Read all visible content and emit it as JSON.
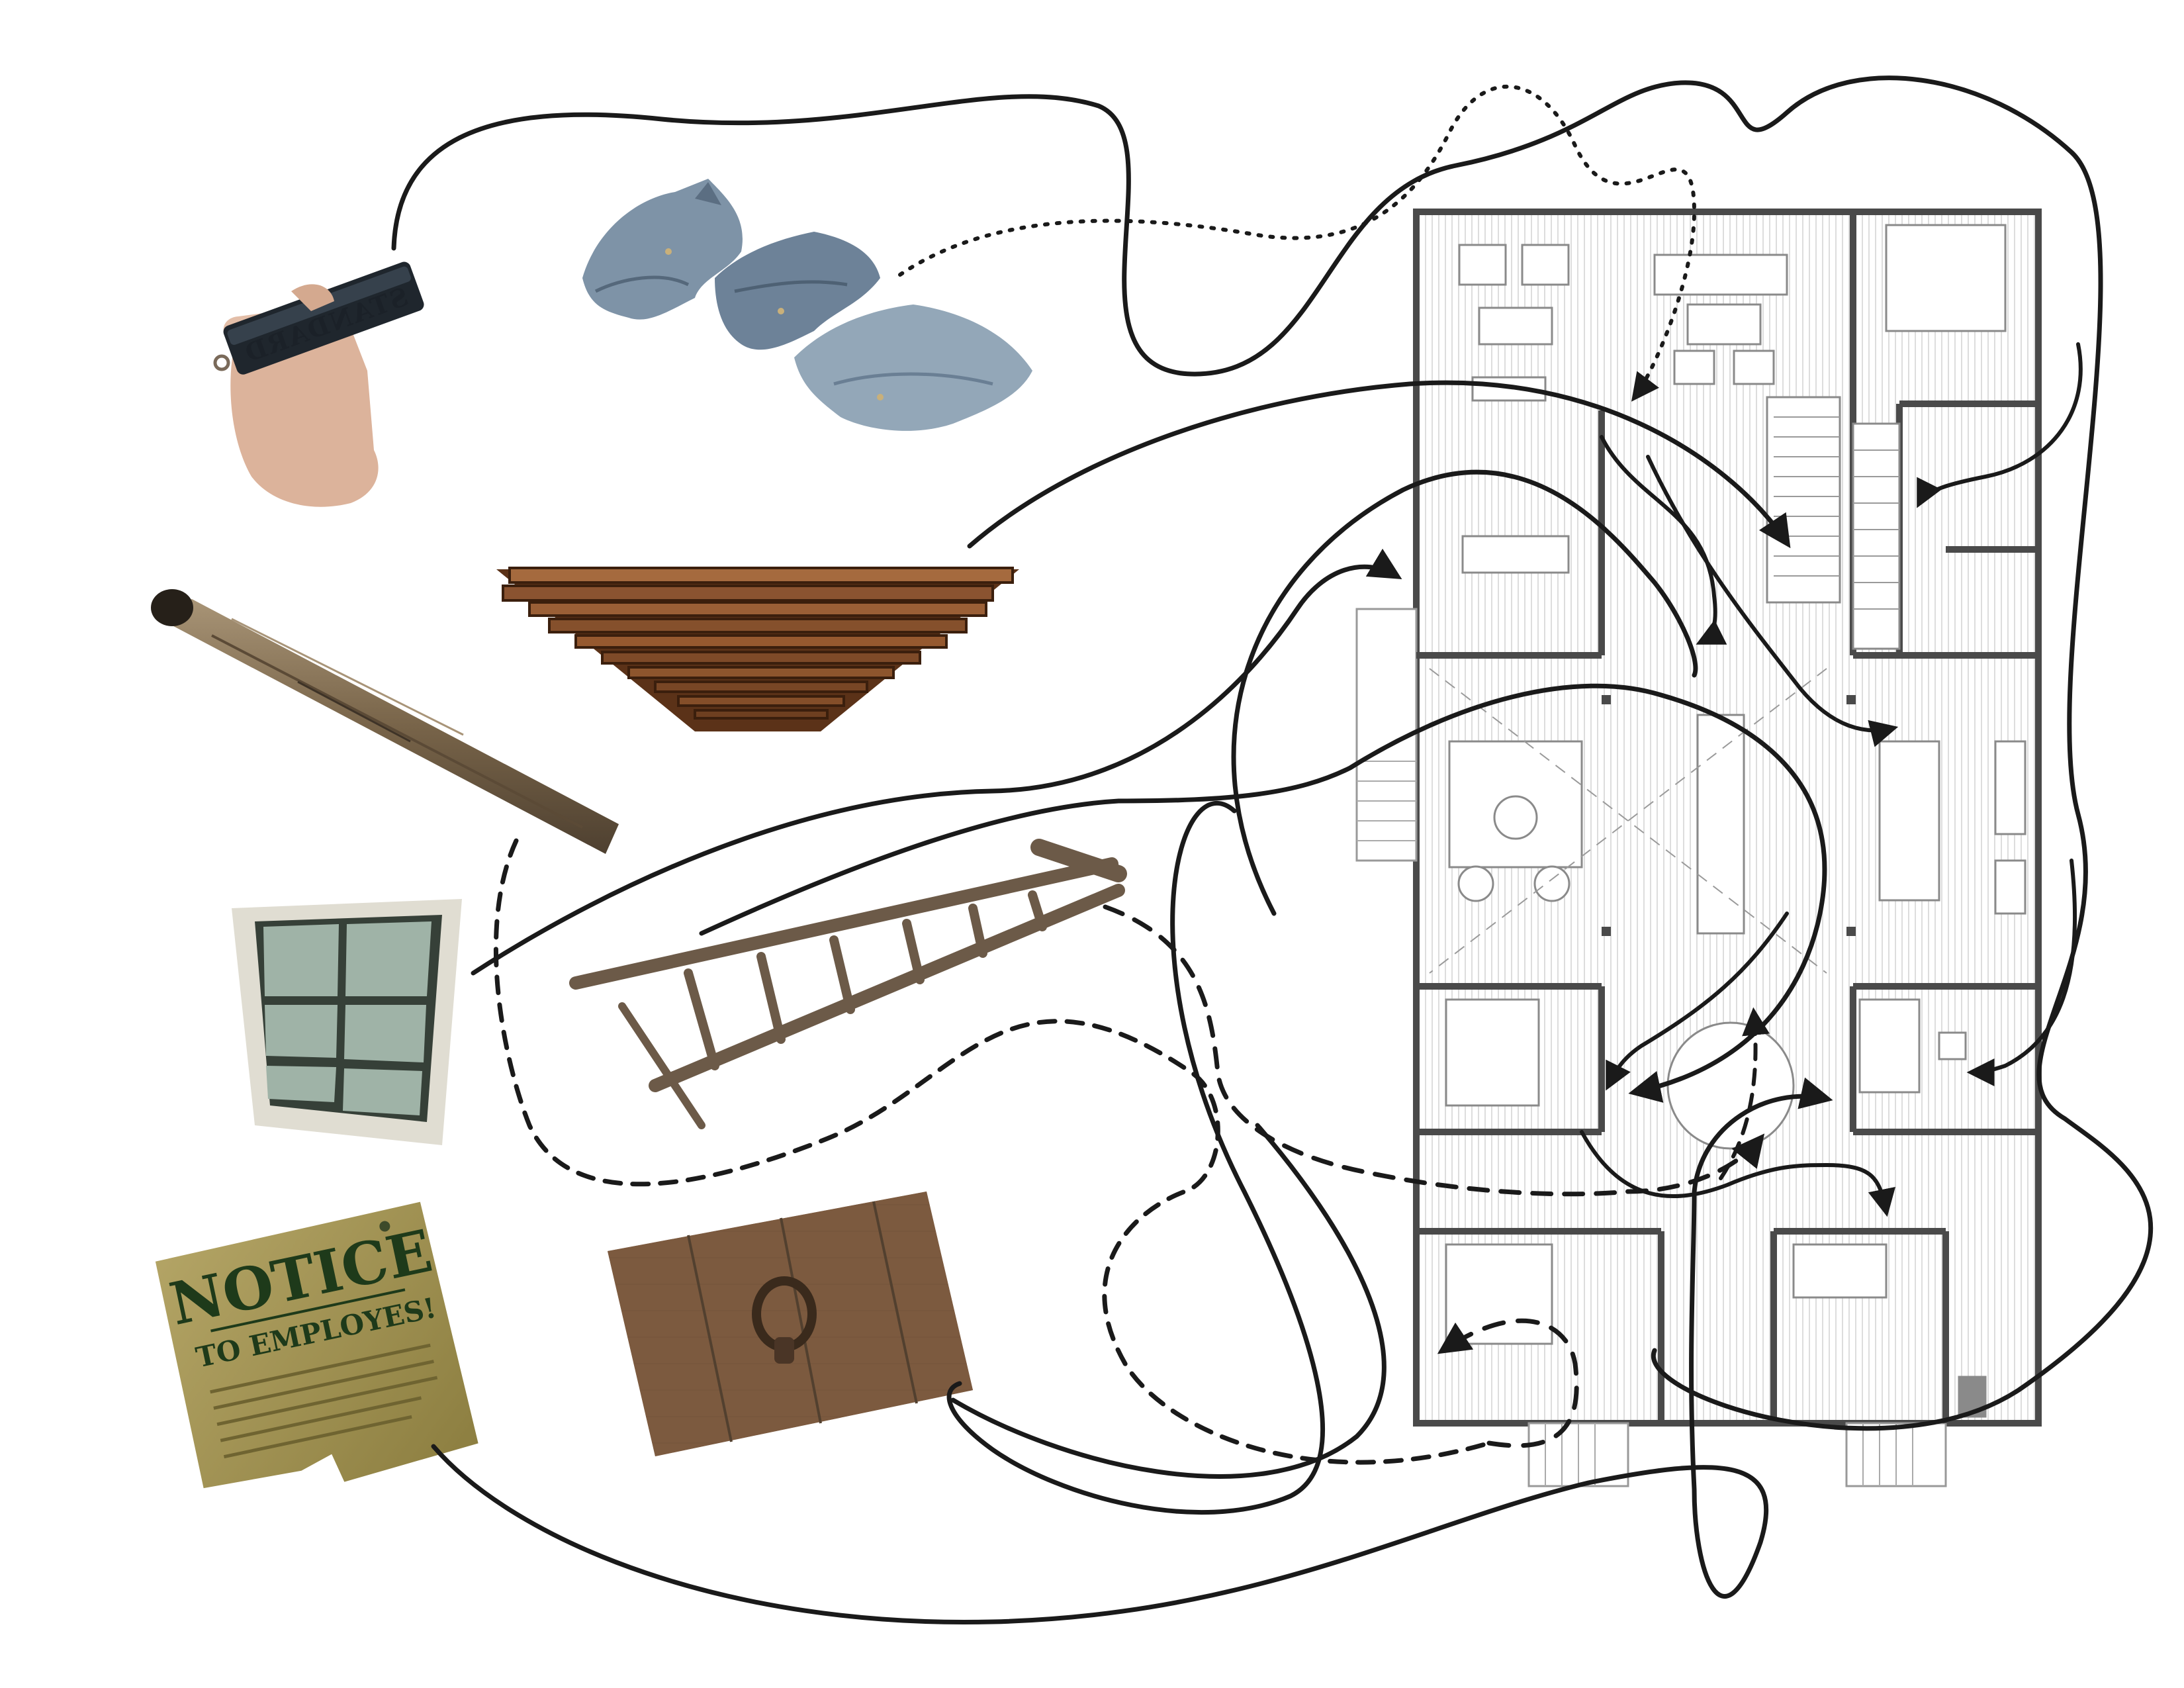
{
  "artifacts": {
    "stamp": {
      "name": "rubber-stamp",
      "text": "STANDARD"
    },
    "notice": {
      "name": "notice-poster",
      "title": "NOTICE",
      "subtitle": "TO EMPLOYES!"
    }
  },
  "colors": {
    "line": "#1a1a1a",
    "plan_wall": "#4a4a4a",
    "plan_fine": "#b5b5b5",
    "wood_dark": "#5b3218",
    "wood_mid": "#8a5330",
    "wood_light": "#a56a3e",
    "denim": "#7d92a8",
    "notice_paper": "#a99a56"
  }
}
